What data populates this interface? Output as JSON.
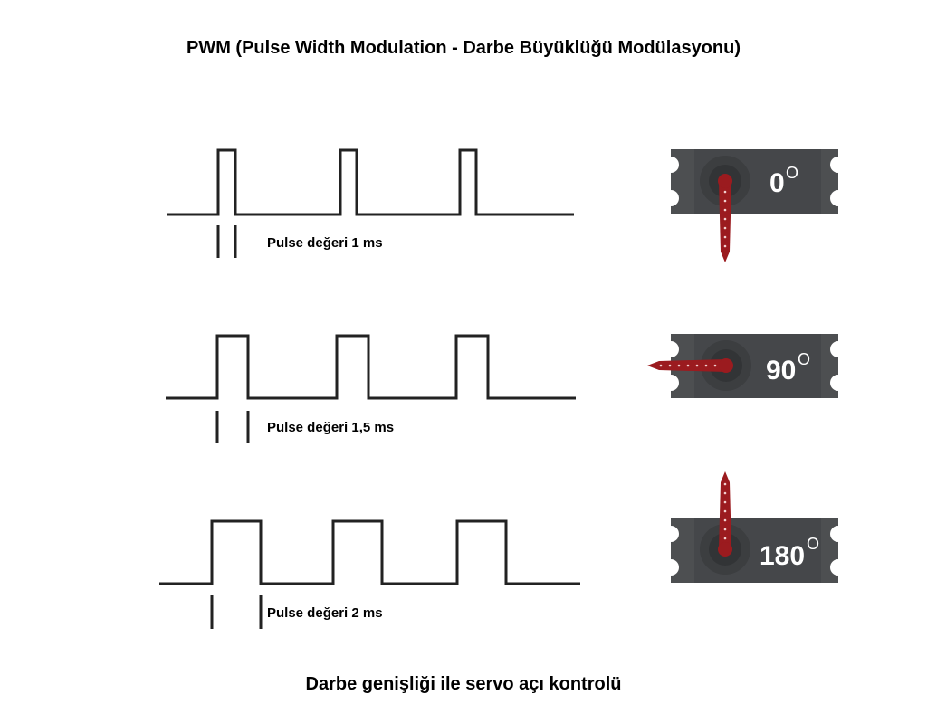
{
  "title": "PWM (Pulse Width Modulation - Darbe Büyüklüğü Modülasyonu)",
  "caption": "Darbe genişliği ile servo açı kontrolü",
  "colors": {
    "wave": "#222222",
    "servo_body": "#4d4f51",
    "servo_hub": "#3c3e40",
    "servo_hub_inner": "#323436",
    "horn": "#9b1b1f",
    "horn_dots": "#f2d0d0",
    "label_white": "#ffffff"
  },
  "rows": [
    {
      "pulse_label": "Pulse değeri 1 ms",
      "pulse_ms": 1,
      "angle_value": "0",
      "angle_unit": "O",
      "horn_icon": "servo-horn-down-icon"
    },
    {
      "pulse_label": "Pulse değeri 1,5 ms",
      "pulse_ms": 1.5,
      "angle_value": "90",
      "angle_unit": "O",
      "horn_icon": "servo-horn-left-icon"
    },
    {
      "pulse_label": "Pulse değeri 2 ms",
      "pulse_ms": 2,
      "angle_value": "180",
      "angle_unit": "O",
      "horn_icon": "servo-horn-up-icon"
    }
  ]
}
